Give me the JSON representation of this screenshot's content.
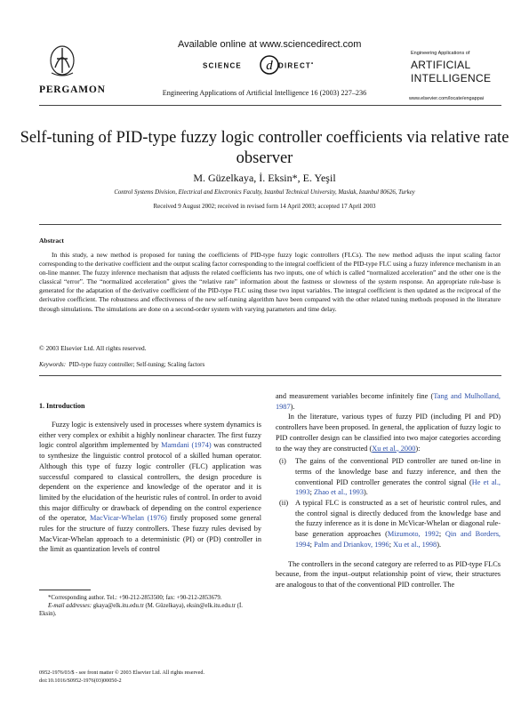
{
  "header": {
    "publisher": "PERGAMON",
    "available_online": "Available online at www.sciencedirect.com",
    "sciencedirect_logo": "SCIENCE DIRECT",
    "journal_citation": "Engineering Applications of Artificial Intelligence 16 (2003) 227–236",
    "journal_small": "Engineering Applications of",
    "journal_title_line1": "ARTIFICIAL",
    "journal_title_line2": "INTELLIGENCE",
    "journal_url": "www.elsevier.com/locate/engappai"
  },
  "article": {
    "title": "Self-tuning of PID-type fuzzy logic controller coefficients via relative rate observer",
    "authors": "M. Güzelkaya, İ. Eksin*, E. Yeşil",
    "affiliation": "Control Systems Division, Electrical and Electronics Faculty, Istanbul Technical University, Maslak, Istanbul 80626, Turkey",
    "received": "Received 9 August 2002; received in revised form 14 April 2003; accepted 17 April 2003"
  },
  "abstract": {
    "heading": "Abstract",
    "text": "In this study, a new method is proposed for tuning the coefficients of PID-type fuzzy logic controllers (FLCs). The new method adjusts the input scaling factor corresponding to the derivative coefficient and the output scaling factor corresponding to the integral coefficient of the PID-type FLC using a fuzzy inference mechanism in an on-line manner. The fuzzy inference mechanism that adjusts the related coefficients has two inputs, one of which is called “normalized acceleration” and the other one is the classical “error”. The “normalized acceleration” gives the “relative rate” information about the fastness or slowness of the system response. An appropriate rule-base is generated for the adaptation of the derivative coefficient of the PID-type FLC using these two input variables. The integral coefficient is then updated as the reciprocal of the derivative coefficient. The robustness and effectiveness of the new self-tuning algorithm have been compared with the other related tuning methods proposed in the literature through simulations. The simulations are done on a second-order system with varying parameters and time delay.",
    "copyright": "© 2003 Elsevier Ltd. All rights reserved.",
    "keywords_label": "Keywords:",
    "keywords": "PID-type fuzzy controller; Self-tuning; Scaling factors"
  },
  "intro": {
    "heading": "1.  Introduction",
    "p1_a": "Fuzzy logic is extensively used in processes where system dynamics is either very complex or exhibit a highly nonlinear character. The first fuzzy logic control algorithm implemented by ",
    "ref_mamdani": "Mamdani (1974)",
    "p1_b": " was constructed to synthesize the linguistic control protocol of a skilled human operator. Although this type of fuzzy logic controller (FLC) application was successful compared to classical controllers, the design procedure is dependent on the experience and knowledge of the operator and it is limited by the elucidation of the heuristic rules of control. In order to avoid this major difficulty or drawback of depending on the control experience of the operator, ",
    "ref_macvicar": "MacVicar-Whelan (1976)",
    "p1_c": " firstly proposed some general rules for the structure of fuzzy controllers. These fuzzy rules devised by MacVicar-Whelan approach to a deterministic (PI) or (PD) controller in the limit as quantization levels of control",
    "r_p1_a": "and measurement variables become infinitely fine (",
    "ref_tang": "Tang and Mulholland, 1987",
    "r_p1_b": ").",
    "r_p2_a": "In the literature, various types of fuzzy PID (including PI and PD) controllers have been proposed. In general, the application of fuzzy logic to PID controller design can be classified into two major categories according to the way they are constructed (",
    "ref_xu2000": "Xu et al., 2000",
    "r_p2_b": "):",
    "item1_num": "(i)",
    "item1_a": "The gains of the conventional PID controller are tuned on-line in terms of the knowledge base and fuzzy inference, and then the conventional PID controller generates the control signal (",
    "item1_ref1": "He et al., 1993",
    "item1_sep": "; ",
    "item1_ref2": "Zhao et al., 1993",
    "item1_b": ").",
    "item2_num": "(ii)",
    "item2_a": "A typical FLC is constructed as a set of heuristic control rules, and the control signal is directly deduced from the knowledge base and the fuzzy inference as it is done in McVicar-Whelan or diagonal rule-base generation approaches (",
    "item2_ref1": "Mizumoto, 1992",
    "item2_ref2": "Qin and Borders, 1994",
    "item2_ref3": "Palm and Driankov, 1996",
    "item2_ref4": "Xu et al., 1998",
    "item2_b": ").",
    "r_p3": "The controllers in the second category are referred to as PID-type FLCs because, from the input–output relationship point of view, their structures are analogous to that of the conventional PID controller. The"
  },
  "footnote": {
    "corresponding": "*Corresponding author. Tel.: +90-212-2853500; fax: +90-212-2853679.",
    "emails_label": "E-mail addresses:",
    "emails": " gkaya@elk.itu.edu.tr (M. Güzelkaya), eksin@elk.itu.edu.tr (İ. Eksin)."
  },
  "bottom": {
    "issn": "0952-1976/03/$ - see front matter © 2003 Elsevier Ltd. All rights reserved.",
    "doi": "doi:10.1016/S0952-1976(03)00050-2"
  }
}
